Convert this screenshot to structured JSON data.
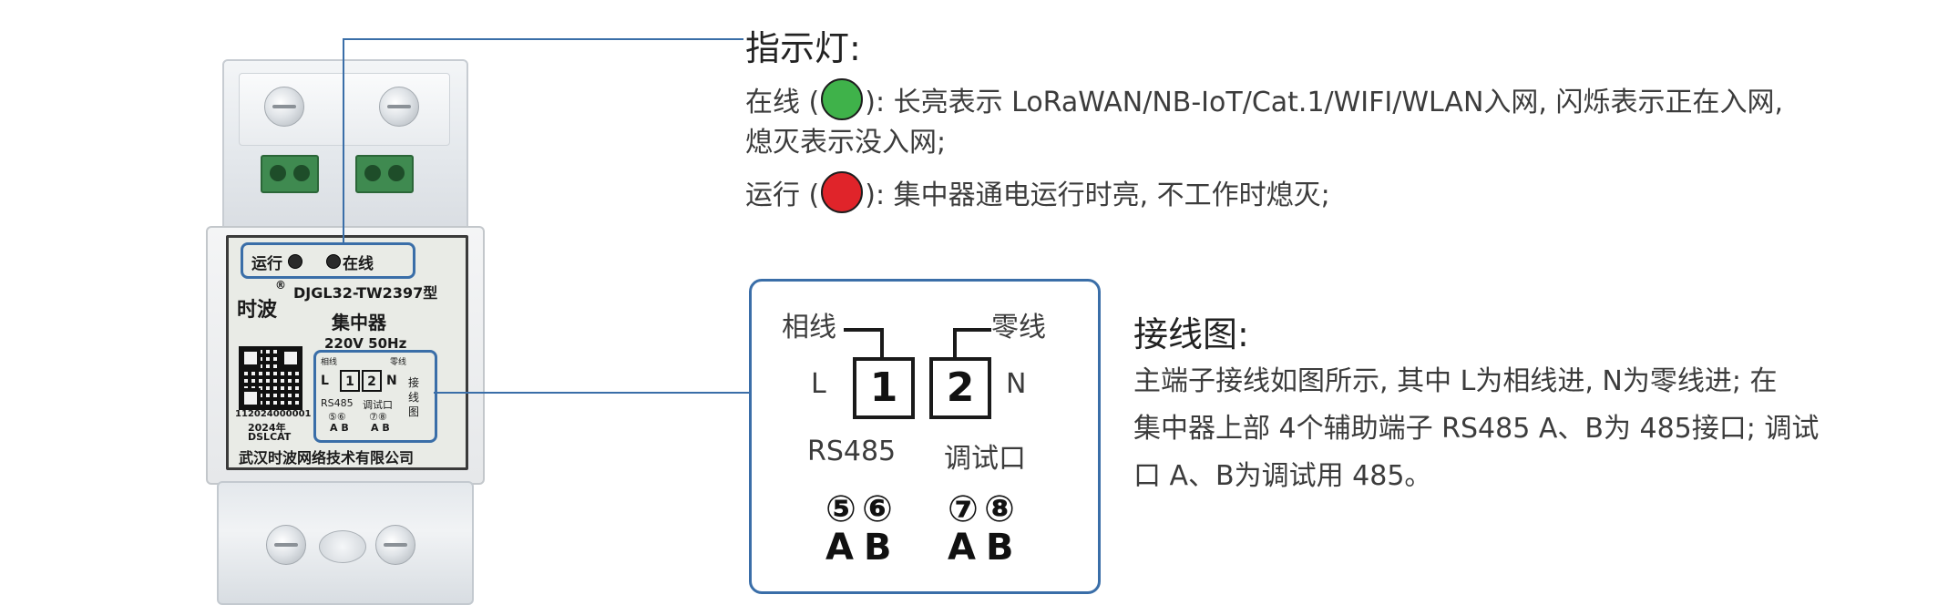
{
  "device": {
    "label_run": "运行",
    "label_online": "在线",
    "model": "DJGL32-TW2397型",
    "name": "集中器",
    "brand": "时波",
    "rating": "220V  50Hz",
    "serial": "112024000001",
    "year": "2024年",
    "qr_caption": "DSLCAT",
    "mini_phase": "相线",
    "mini_neutral": "零线",
    "mini_L": "L",
    "mini_1": "1",
    "mini_2": "2",
    "mini_N": "N",
    "mini_rs485": "RS485",
    "mini_debug": "调试口",
    "mini_pins_left": "⑤⑥",
    "mini_pins_right": "⑦⑧",
    "mini_ab_left": "A B",
    "mini_ab_right": "A B",
    "mini_side": "接线图",
    "company": "武汉时波网络技术有限公司"
  },
  "indicator": {
    "title": "指示灯:",
    "online_prefix": "在线 (",
    "online_suffix": "): 长亮表示 LoRaWAN/NB-IoT/Cat.1/WIFI/WLAN入网, 闪烁表示正在入网,",
    "online_line2": "熄灭表示没入网;",
    "run_prefix": "运行 (",
    "run_suffix": "): 集中器通电运行时亮, 不工作时熄灭;",
    "online_color": "#3fb24a",
    "run_color": "#e0242a"
  },
  "wiring": {
    "phase": "相线",
    "neutral": "零线",
    "L": "L",
    "N": "N",
    "term1": "1",
    "term2": "2",
    "rs485": "RS485",
    "debug": "调试口",
    "pin5": "⑤",
    "pin6": "⑥",
    "pin7": "⑦",
    "pin8": "⑧",
    "a1": "A",
    "b1": "B",
    "a2": "A",
    "b2": "B"
  },
  "diagram_text": {
    "title": "接线图:",
    "line1": "主端子接线如图所示, 其中  L为相线进, N为零线进; 在",
    "line2": "集中器上部  4个辅助端子  RS485  A、B为  485接口; 调试",
    "line3": "口 A、B为调试用 485。"
  },
  "colors": {
    "accent": "#3a6ea8"
  }
}
